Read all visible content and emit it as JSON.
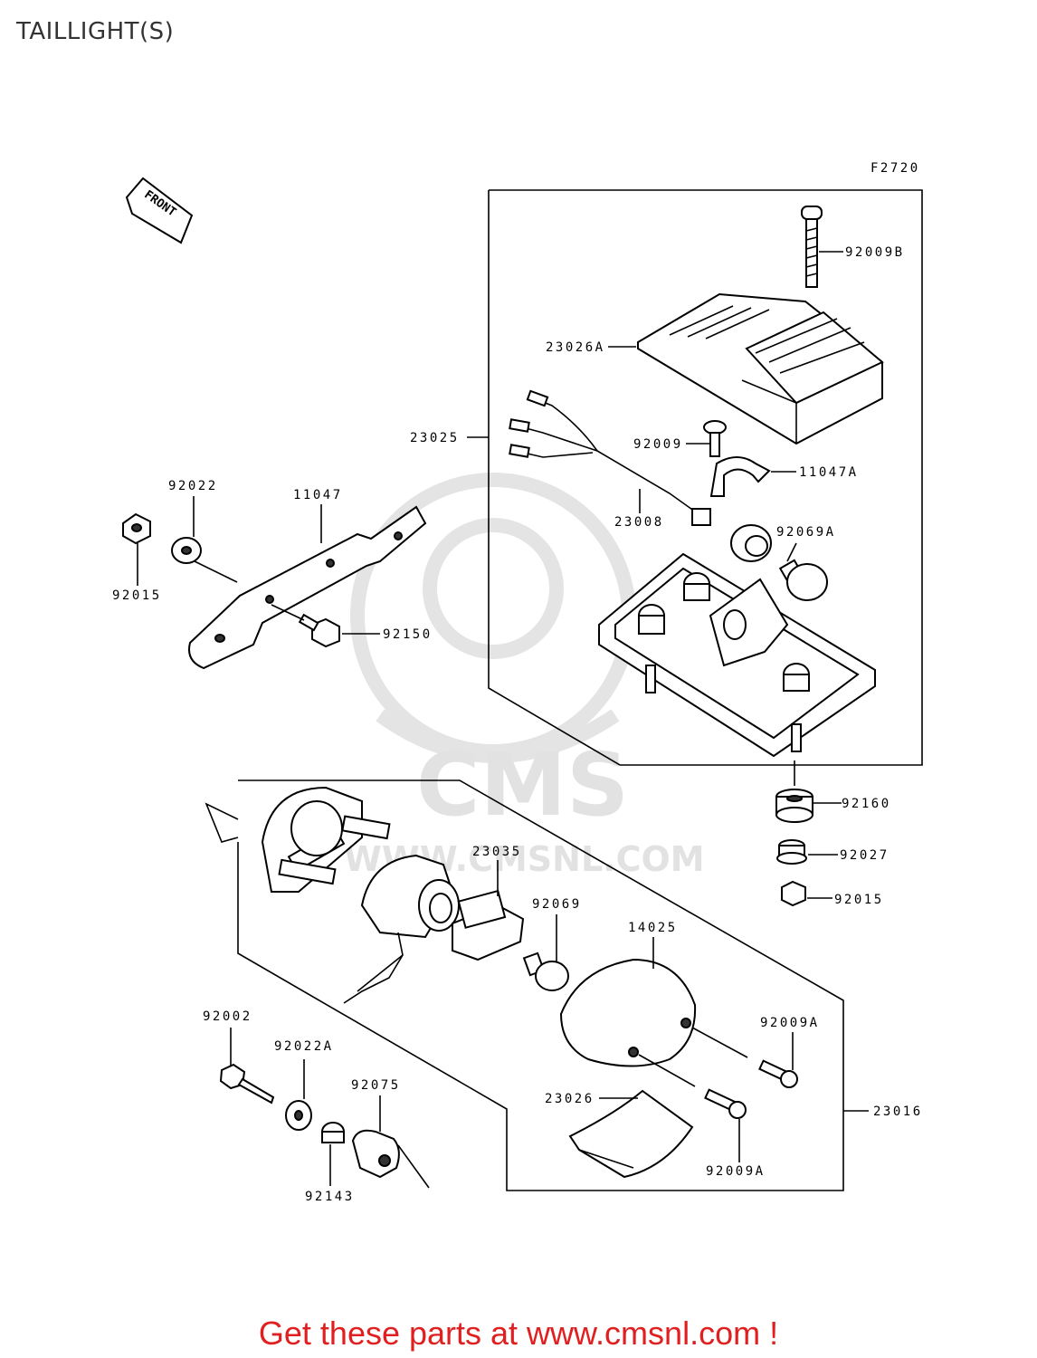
{
  "page": {
    "title": "TAILLIGHT(S)",
    "footer": "Get these parts at www.cmsnl.com !"
  },
  "diagram": {
    "figure_code": "F2720",
    "front_label": "FRONT",
    "watermark": {
      "brand": "CMS",
      "url": "WWW.CMSNL.COM"
    },
    "labels": {
      "p92009B": "92009B",
      "p23026A": "23026A",
      "p23025": "23025",
      "p92009": "92009",
      "p11047A": "11047A",
      "p23008": "23008",
      "p92069A": "92069A",
      "p92022": "92022",
      "p11047": "11047",
      "p92015a": "92015",
      "p92150": "92150",
      "p92160": "92160",
      "p92027": "92027",
      "p92015b": "92015",
      "p23035": "23035",
      "p92069": "92069",
      "p14025": "14025",
      "p92002": "92002",
      "p92022A": "92022A",
      "p92009Aa": "92009A",
      "p92075": "92075",
      "p23026": "23026",
      "p23016": "23016",
      "p92143": "92143",
      "p92009Ab": "92009A"
    }
  }
}
